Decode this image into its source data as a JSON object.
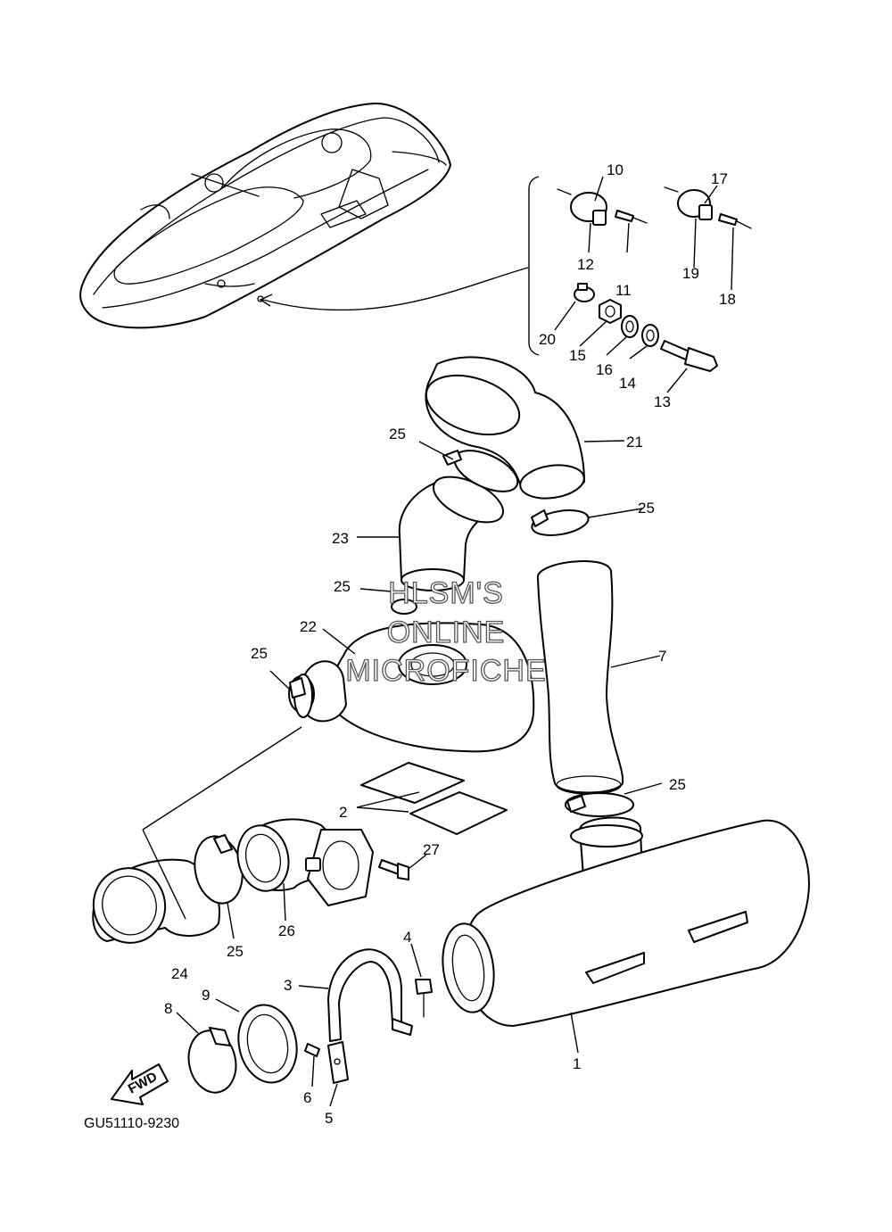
{
  "diagram": {
    "drawing_code": "GU51110-9230",
    "fwd_label": "FWD",
    "watermark": [
      "HLSM'S",
      "ONLINE",
      "MICROFICHE"
    ],
    "callouts": [
      {
        "id": "c1",
        "text": "1"
      },
      {
        "id": "c2",
        "text": "2"
      },
      {
        "id": "c3",
        "text": "3"
      },
      {
        "id": "c4",
        "text": "4"
      },
      {
        "id": "c5",
        "text": "5"
      },
      {
        "id": "c6",
        "text": "6"
      },
      {
        "id": "c7",
        "text": "7"
      },
      {
        "id": "c8",
        "text": "8"
      },
      {
        "id": "c9",
        "text": "9"
      },
      {
        "id": "c10",
        "text": "10"
      },
      {
        "id": "c11",
        "text": "11"
      },
      {
        "id": "c12",
        "text": "12"
      },
      {
        "id": "c13",
        "text": "13"
      },
      {
        "id": "c14",
        "text": "14"
      },
      {
        "id": "c15",
        "text": "15"
      },
      {
        "id": "c16",
        "text": "16"
      },
      {
        "id": "c17",
        "text": "17"
      },
      {
        "id": "c18",
        "text": "18"
      },
      {
        "id": "c19",
        "text": "19"
      },
      {
        "id": "c20",
        "text": "20"
      },
      {
        "id": "c21",
        "text": "21"
      },
      {
        "id": "c22",
        "text": "22"
      },
      {
        "id": "c23",
        "text": "23"
      },
      {
        "id": "c24",
        "text": "24"
      },
      {
        "id": "c25a",
        "text": "25"
      },
      {
        "id": "c25b",
        "text": "25"
      },
      {
        "id": "c25c",
        "text": "25"
      },
      {
        "id": "c25d",
        "text": "25"
      },
      {
        "id": "c25e",
        "text": "25"
      },
      {
        "id": "c25f",
        "text": "25"
      },
      {
        "id": "c26",
        "text": "26"
      },
      {
        "id": "c27",
        "text": "27"
      }
    ]
  }
}
